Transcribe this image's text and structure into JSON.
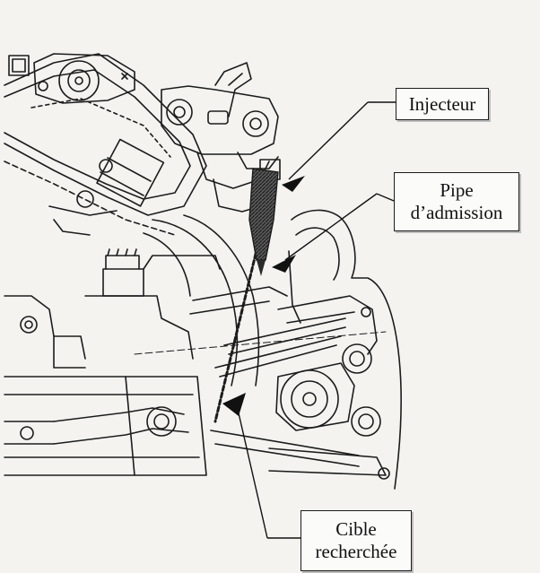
{
  "labels": {
    "injecteur": "Injecteur",
    "pipe_line1": "Pipe",
    "pipe_line2": "d’admission",
    "cible_line1": "Cible",
    "cible_line2": "recherchée"
  },
  "colors": {
    "ink": "#1c1c1c",
    "paper": "#f4f3f0",
    "hatch": "#2a2a2a",
    "arrow": "#111111"
  }
}
